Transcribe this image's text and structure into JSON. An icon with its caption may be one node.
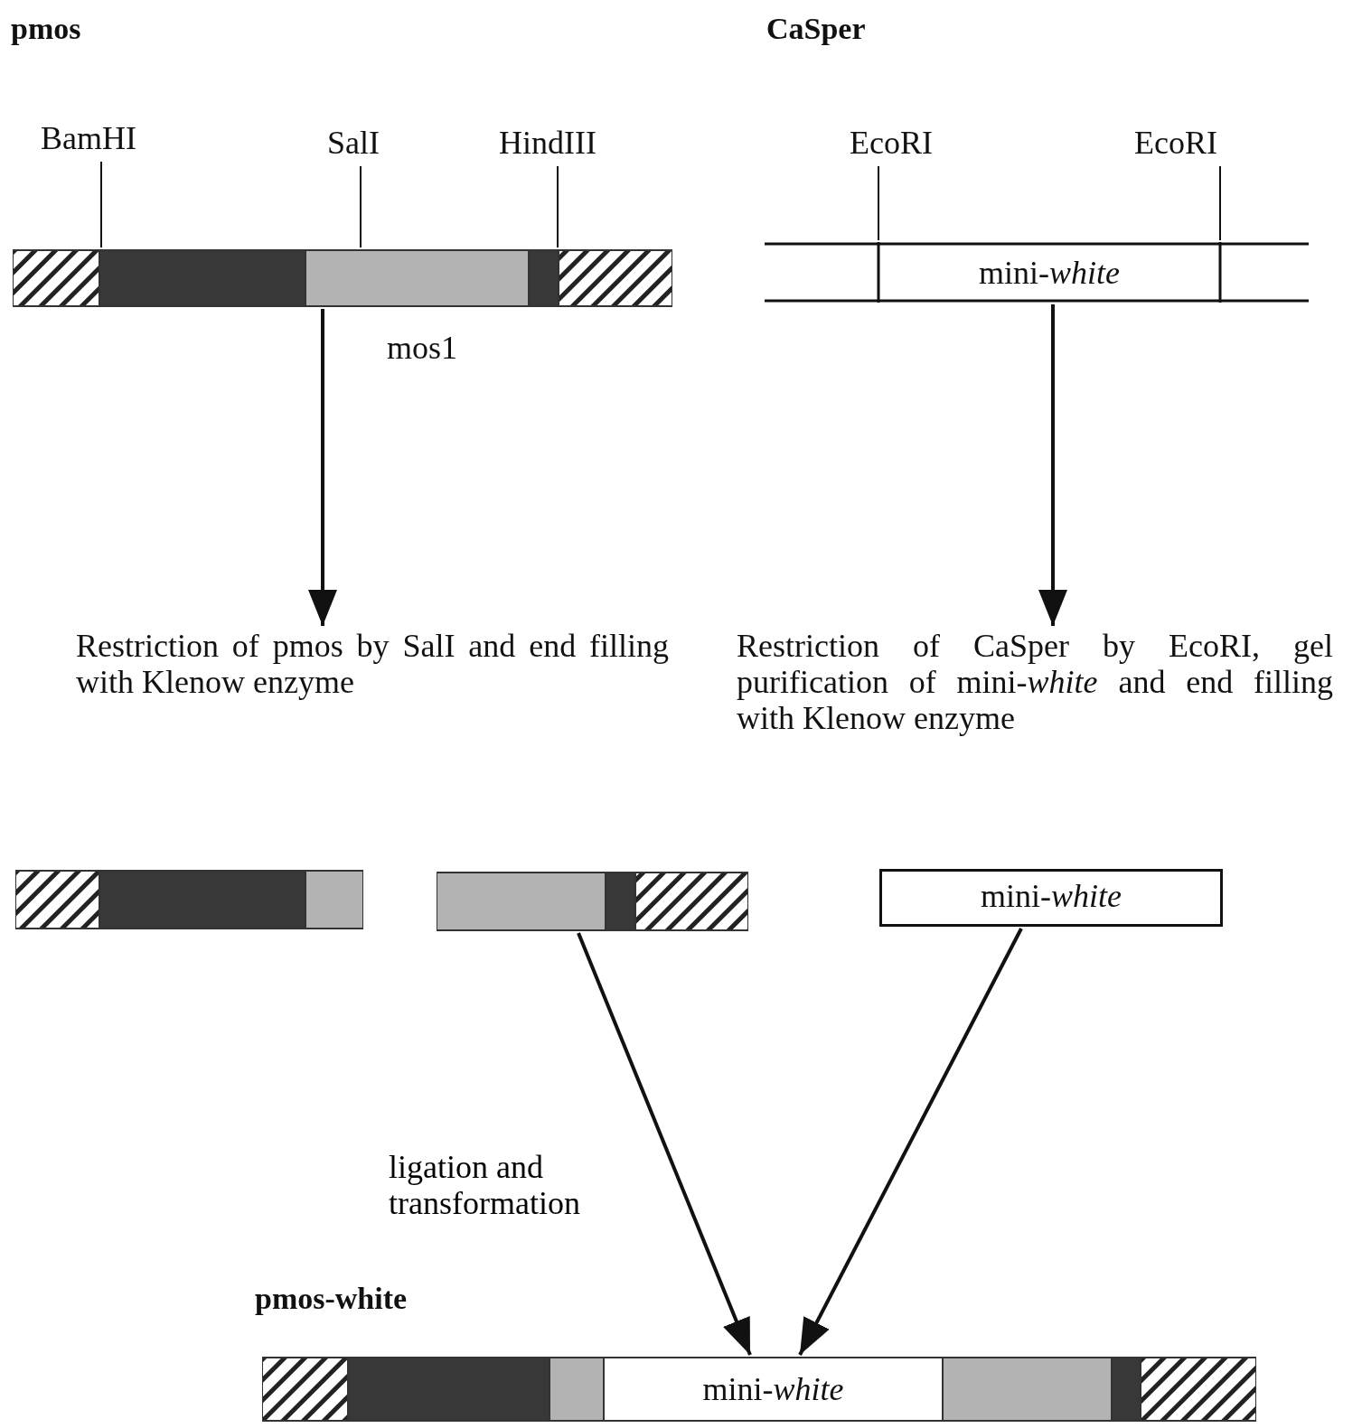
{
  "diagram": {
    "nodes": [
      {
        "text": [],
        "shape": "bar"
      },
      {
        "text": [
          "BamHI"
        ]
      },
      {
        "text": [
          "SalI"
        ]
      },
      {
        "text": [
          "HindIII"
        ]
      },
      {
        "text": [
          "mini-*white*"
        ]
      },
      {
        "text": [
          "EcoRI"
        ]
      },
      {
        "text": [
          "EcoRI"
        ]
      },
      {
        "text": [
          "Restriction of pmos by SalI and end filling with Klenow enzyme"
        ]
      },
      {
        "text": [
          "Restriction of CaSper by EcoRI, gel purification of mini-*white* and end filling with Klenow enzyme"
        ]
      },
      {
        "text": [],
        "shape": "bar"
      },
      {
        "text": [],
        "shape": "bar"
      },
      {
        "text": [
          "mini-*white*"
        ]
      },
      {
        "text": [
          "mini-*white*"
        ]
      }
    ],
    "edges": [
      {
        "from": 1,
        "to": 0,
        "arrow": "none"
      },
      {
        "from": 2,
        "to": 0,
        "arrow": "none"
      },
      {
        "from": 3,
        "to": 0,
        "arrow": "none"
      },
      {
        "from": 5,
        "to": 4,
        "arrow": "none"
      },
      {
        "from": 6,
        "to": 4,
        "arrow": "none"
      },
      {
        "from": 0,
        "to": 7,
        "arrow": "to"
      },
      {
        "from": 4,
        "to": 8,
        "arrow": "to"
      },
      {
        "from": 10,
        "to": 12,
        "arrow": "to",
        "label": "ligation and transformation"
      },
      {
        "from": 11,
        "to": 12,
        "arrow": "to"
      }
    ],
    "labels": [
      "pmos",
      "CaSper",
      "mos1",
      "pmos-white"
    ]
  }
}
